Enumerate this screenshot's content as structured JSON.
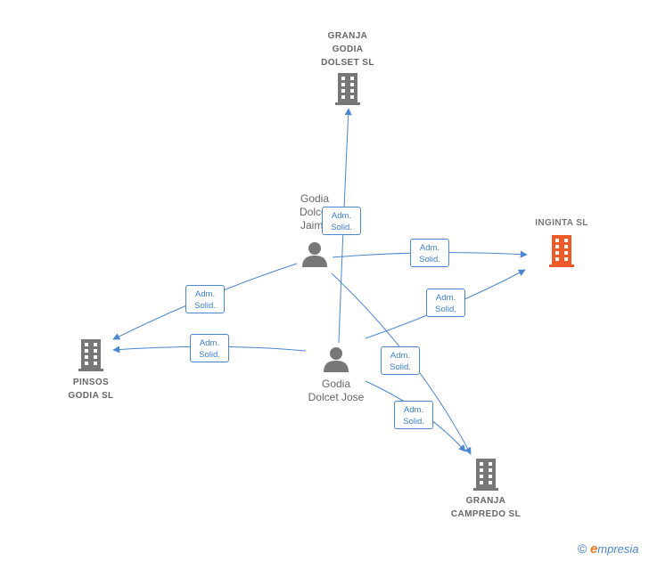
{
  "nodes": {
    "granja_godia_dolset": {
      "label_lines": [
        "GRANJA",
        "GODIA",
        "DOLSET SL"
      ],
      "color": "#777777"
    },
    "inginta": {
      "label_lines": [
        "INGINTA SL"
      ],
      "color": "#f05a28"
    },
    "pinsos_godia": {
      "label_lines": [
        "PINSOS",
        "GODIA SL"
      ],
      "color": "#777777"
    },
    "granja_campredo": {
      "label_lines": [
        "GRANJA",
        "CAMPREDO SL"
      ],
      "color": "#777777"
    },
    "godia_dolcet_jaime": {
      "label_lines": [
        "Godia",
        "Dolcet",
        "Jaime"
      ],
      "color": "#777777"
    },
    "godia_dolcet_jose": {
      "label_lines": [
        "Godia",
        "Dolcet Jose"
      ],
      "color": "#777777"
    }
  },
  "relation": {
    "line1": "Adm.",
    "line2": "Solid."
  },
  "edge_color": "#4a86d4",
  "footer": {
    "copyright": "©",
    "brand_initial": "e",
    "brand_rest": "mpresia"
  }
}
